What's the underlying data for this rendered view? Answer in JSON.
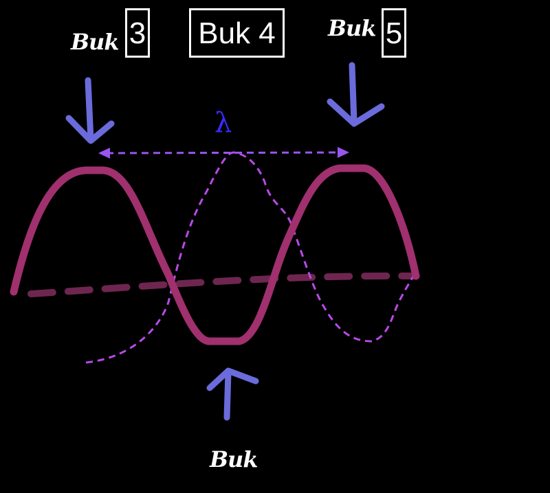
{
  "labels": {
    "top_left_hand": "Buk",
    "top_left_box": "3",
    "center_box": "Buk 4",
    "top_right_hand": "Buk",
    "top_right_box": "5",
    "bottom_hand": "Buk",
    "wavelength_symbol": "λ"
  },
  "colors": {
    "background": "#000000",
    "wave": "#a0306e",
    "midline": "#6e2650",
    "shifted_wave": "#b84ae8",
    "arrows": "#6b6bdc",
    "wavelength_arrow": "#9a55f0",
    "lambda": "#3a2cff"
  }
}
